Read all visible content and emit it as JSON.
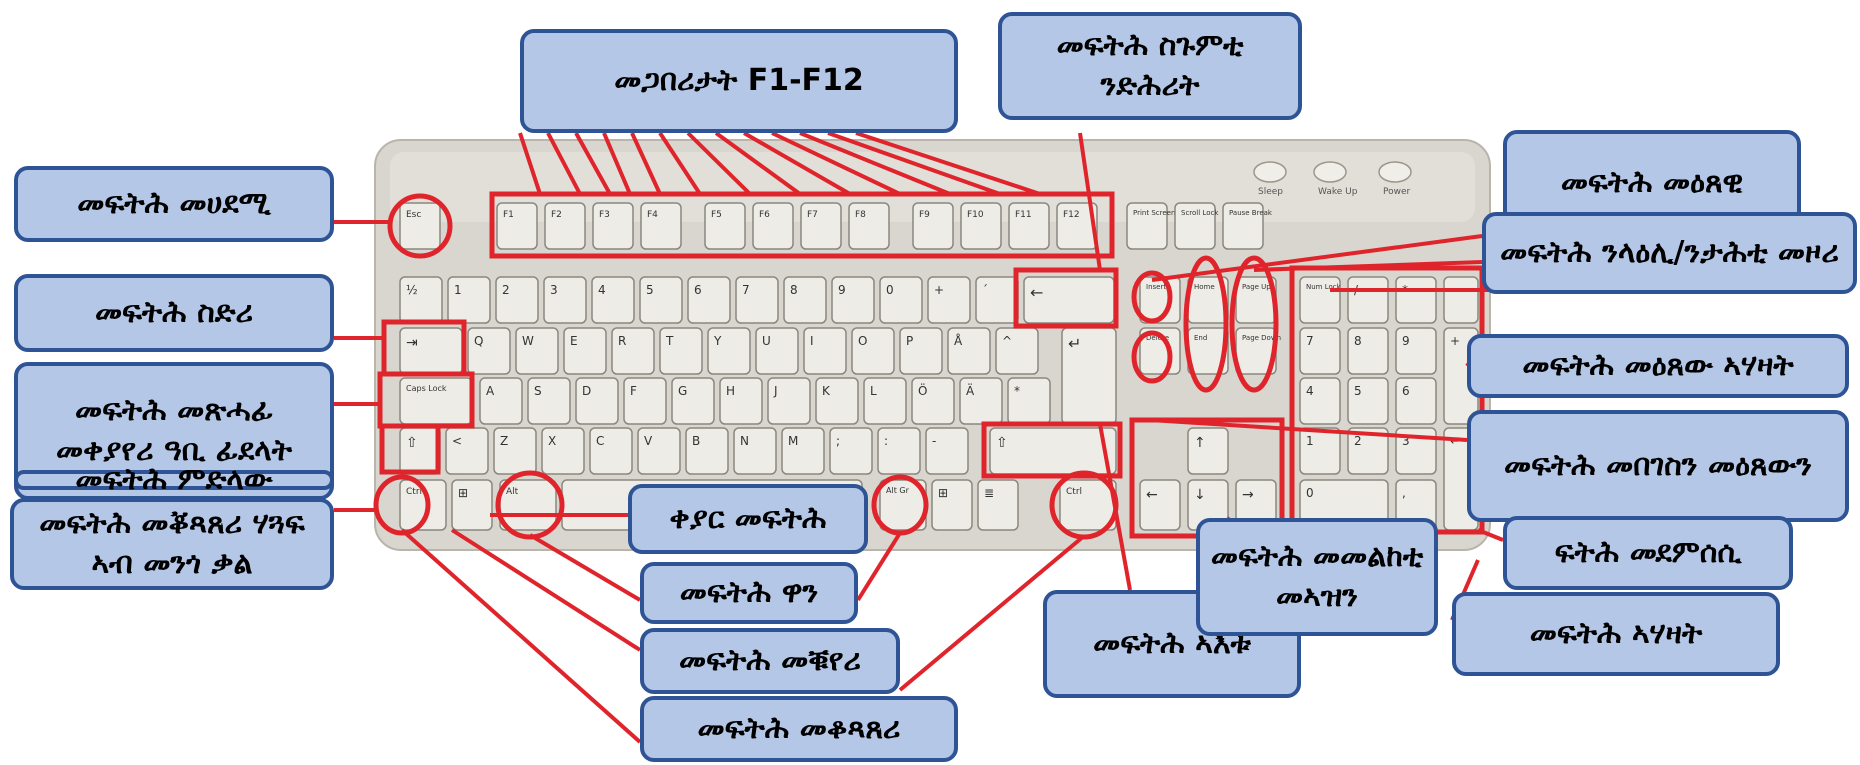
{
  "colors": {
    "label_fill": "#b4c7e7",
    "label_border": "#2f5496",
    "highlight": "#e0242b",
    "keyboard_body": "#d9d6cf",
    "key_face": "#eeece6"
  },
  "keyboard": {
    "function_keys": [
      "F1",
      "F2",
      "F3",
      "F4",
      "F5",
      "F6",
      "F7",
      "F8",
      "F9",
      "F10",
      "F11",
      "F12"
    ],
    "number_row": [
      "½",
      "1",
      "2",
      "3",
      "4",
      "5",
      "6",
      "7",
      "8",
      "9",
      "0",
      "+",
      "´"
    ],
    "qwerty_row": [
      "Q",
      "W",
      "E",
      "R",
      "T",
      "Y",
      "U",
      "I",
      "O",
      "P",
      "Å",
      "^"
    ],
    "home_row": [
      "A",
      "S",
      "D",
      "F",
      "G",
      "H",
      "J",
      "K",
      "L",
      "Ö",
      "Ä",
      "*"
    ],
    "bottom_row": [
      "<",
      "Z",
      "X",
      "C",
      "V",
      "B",
      "N",
      "M",
      ";",
      ":",
      "-"
    ],
    "esc": "Esc",
    "caps_lock": "Caps Lock",
    "ctrl": "Ctrl",
    "alt": "Alt",
    "alt_gr": "Alt Gr",
    "print_screen": "Print Screen",
    "scroll_lock": "Scroll Lock",
    "pause_break": "Pause Break",
    "insert": "Insert",
    "home": "Home",
    "page_up": "Page Up",
    "delete": "Delete",
    "end": "End",
    "page_down": "Page Down",
    "num_lock": "Num Lock",
    "sleep": "Sleep",
    "wake_up": "Wake Up",
    "power": "Power",
    "numpad_keys": [
      "7",
      "8",
      "9",
      "4",
      "5",
      "6",
      "1",
      "2",
      "3",
      "0"
    ]
  },
  "labels": {
    "function_keys": "መጋበሪታት F1-F12",
    "backspace": "መፍትሕ ስጉምቲ ንድሕሪት",
    "escape": "መፍትሕ መሀደሚ",
    "numlock": "መፍትሕ መዕጸዊ",
    "updown": "መፍትሕ ንላዕሊ/ንታሕቲ መዞሪ",
    "tab": "መፍትሕ ስድሪ",
    "caps_lock": "መፍትሕ መጽሓፊ መቀያየሪ ዓቢ ፊደላት",
    "num_write": "መፍትሕ መዕጸው ኣሃዛት",
    "shift": "መፍትሕ ምድላው",
    "num_sub": "መፍትሕ መበገስን መዕጸውን",
    "ctrl": "መፍትሕ መቖጻጸሪ ሃጓፍ ኣብ መንጎ ቃል",
    "space": "ቀያር መፍትሕ",
    "windows": "መፍትሕ ዋን",
    "alt": "መፍትሕ መቑየሪ",
    "alt_gr": "መፍትሕ መቆጻጸሪ",
    "enter": "መፍትሕ ኣእቱ",
    "arrows": "መፍትሕ መመልከቲ መኣዝን",
    "num_enter": "ፍትሕ መደምሰሲ",
    "num_digits": "መፍትሕ ኣሃዛት"
  }
}
